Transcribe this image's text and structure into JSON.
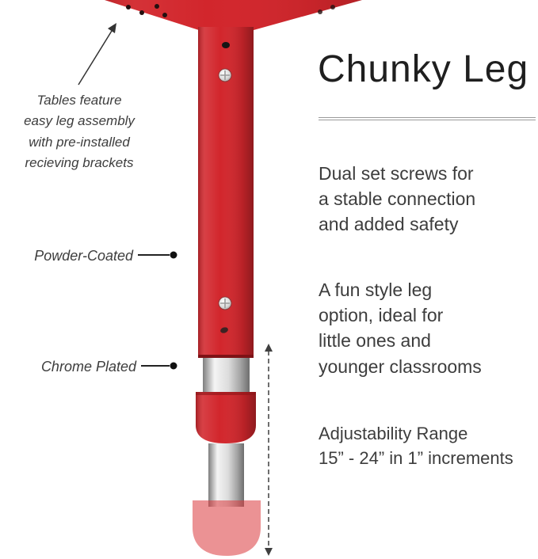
{
  "page": {
    "title": "Chunky Leg"
  },
  "annotations": {
    "assembly": "Tables feature\neasy leg assembly\nwith pre-installed\nrecieving brackets",
    "powder_coated": "Powder-Coated",
    "chrome_plated": "Chrome Plated"
  },
  "features": {
    "dual_screws": "Dual set screws for\na stable connection\nand added safety",
    "fun_style": "A fun style leg\noption, ideal for\nlittle ones and\nyounger classrooms",
    "adjustability": "Adjustability Range\n15” - 24” in 1” increments"
  },
  "colors": {
    "leg_red": "#d2262c",
    "foot_red": "rgba(219,57,60,0.55)",
    "chrome": "#cccccc",
    "text": "#3d3d3d"
  }
}
